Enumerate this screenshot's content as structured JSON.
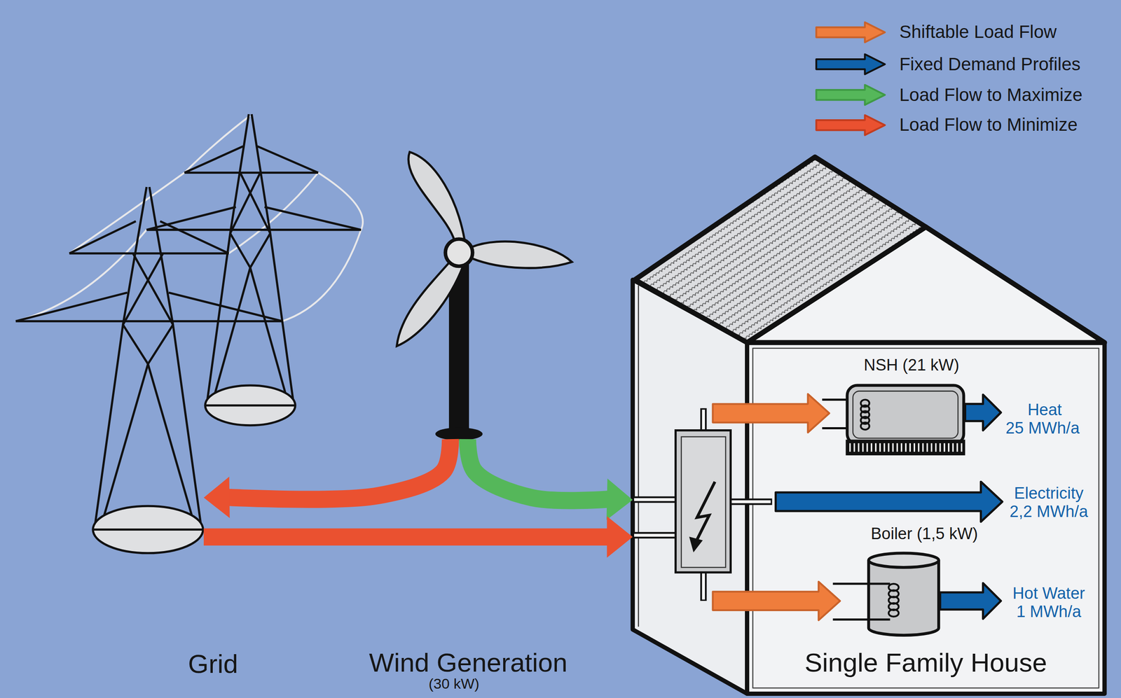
{
  "diagram": {
    "nodes": [
      {
        "text": [
          "Grid"
        ]
      },
      {
        "text": [
          "Wind Generation",
          "(30 kW)"
        ]
      },
      {
        "text": [
          "Single Family House"
        ]
      },
      {
        "text": [
          "NSH (21 kW)"
        ],
        "in": 2
      },
      {
        "text": [
          "Boiler (1,5 kW)"
        ],
        "in": 2
      }
    ],
    "edges": [
      {
        "from": 1,
        "to": 0,
        "arrow": "to"
      },
      {
        "from": 1,
        "to": 2,
        "arrow": "to"
      },
      {
        "from": 0,
        "to": 2,
        "arrow": "to"
      }
    ],
    "labels": [
      "Heat 25 MWh/a",
      "Electricity 2,2 MWh/a",
      "Hot Water 1 MWh/a"
    ],
    "legend": [
      {
        "text": "Shiftable Load Flow",
        "color": "#EF7D3C"
      },
      {
        "text": "Fixed Demand Profiles",
        "color": "#1062AA"
      },
      {
        "text": "Load Flow to Maximize",
        "color": "#55B75A"
      },
      {
        "text": "Load Flow to Minimize",
        "color": "#EA5130"
      }
    ]
  }
}
